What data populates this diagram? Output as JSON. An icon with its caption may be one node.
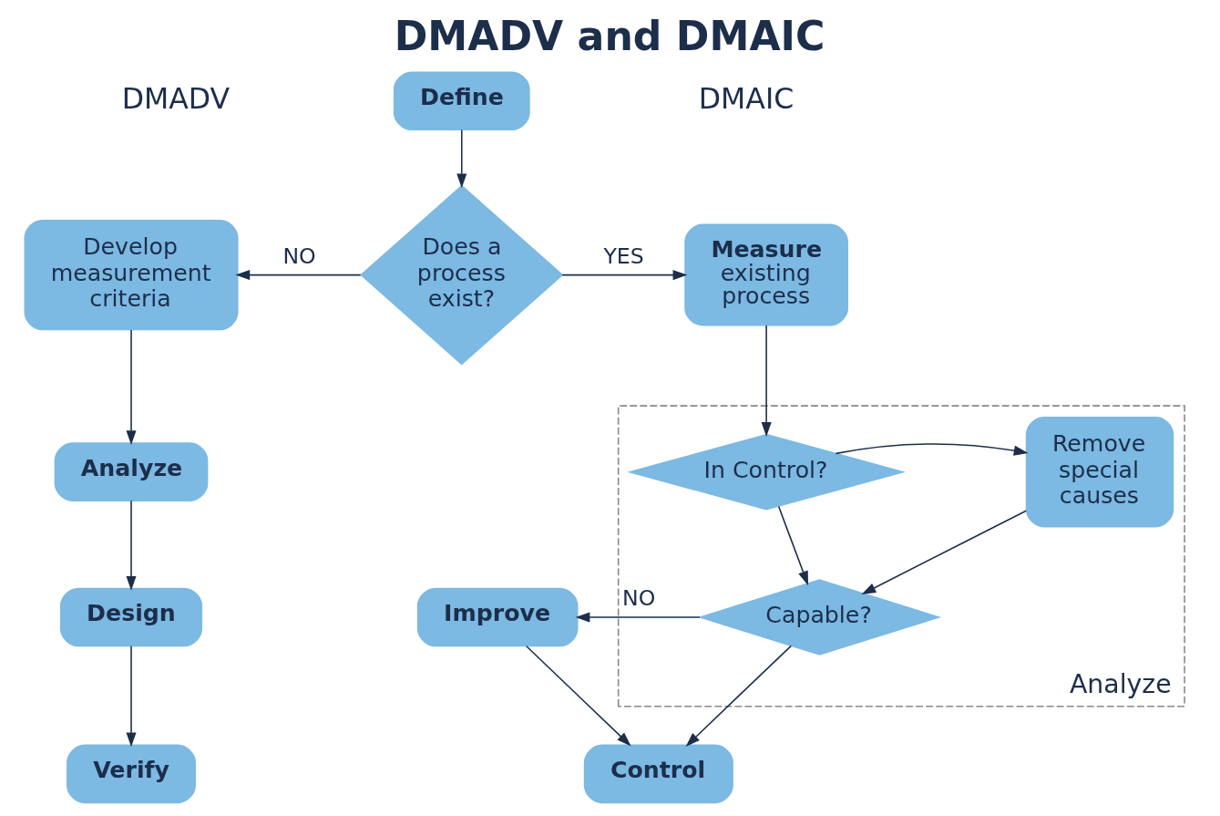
{
  "diagram": {
    "title": "DMADV and DMAIC",
    "nodes": [
      {
        "text": [
          "Define"
        ]
      },
      {
        "text": [
          "Does a process exist?"
        ]
      },
      {
        "text": [
          "Develop measurement criteria"
        ]
      },
      {
        "text": [
          "Analyze"
        ]
      },
      {
        "text": [
          "Design"
        ]
      },
      {
        "text": [
          "Verify"
        ]
      },
      {
        "text": [
          "Measure",
          "existing process"
        ]
      },
      {
        "text": [
          "Analyze"
        ]
      },
      {
        "text": [
          "In Control?"
        ],
        "in": 7
      },
      {
        "text": [
          "Remove special causes"
        ],
        "in": 7
      },
      {
        "text": [
          "Capable?"
        ],
        "in": 7
      },
      {
        "text": [
          "Improve"
        ]
      },
      {
        "text": [
          "Control"
        ]
      }
    ],
    "edges": [
      {
        "from": 0,
        "to": 1,
        "arrow": "to"
      },
      {
        "from": 1,
        "to": 2,
        "arrow": "to",
        "label": "NO"
      },
      {
        "from": 1,
        "to": 6,
        "arrow": "to",
        "label": "YES"
      },
      {
        "from": 2,
        "to": 3,
        "arrow": "to"
      },
      {
        "from": 3,
        "to": 4,
        "arrow": "to"
      },
      {
        "from": 4,
        "to": 5,
        "arrow": "to"
      },
      {
        "from": 6,
        "to": 8,
        "arrow": "to"
      },
      {
        "from": 8,
        "to": 9,
        "arrow": "to"
      },
      {
        "from": 8,
        "to": 10,
        "arrow": "to"
      },
      {
        "from": 9,
        "to": 10,
        "arrow": "to"
      },
      {
        "from": 10,
        "to": 11,
        "arrow": "to",
        "label": "NO"
      },
      {
        "from": 10,
        "to": 12,
        "arrow": "to"
      },
      {
        "from": 11,
        "to": 12,
        "arrow": "to"
      }
    ],
    "labels": [
      "DMADV",
      "DMAIC"
    ]
  }
}
